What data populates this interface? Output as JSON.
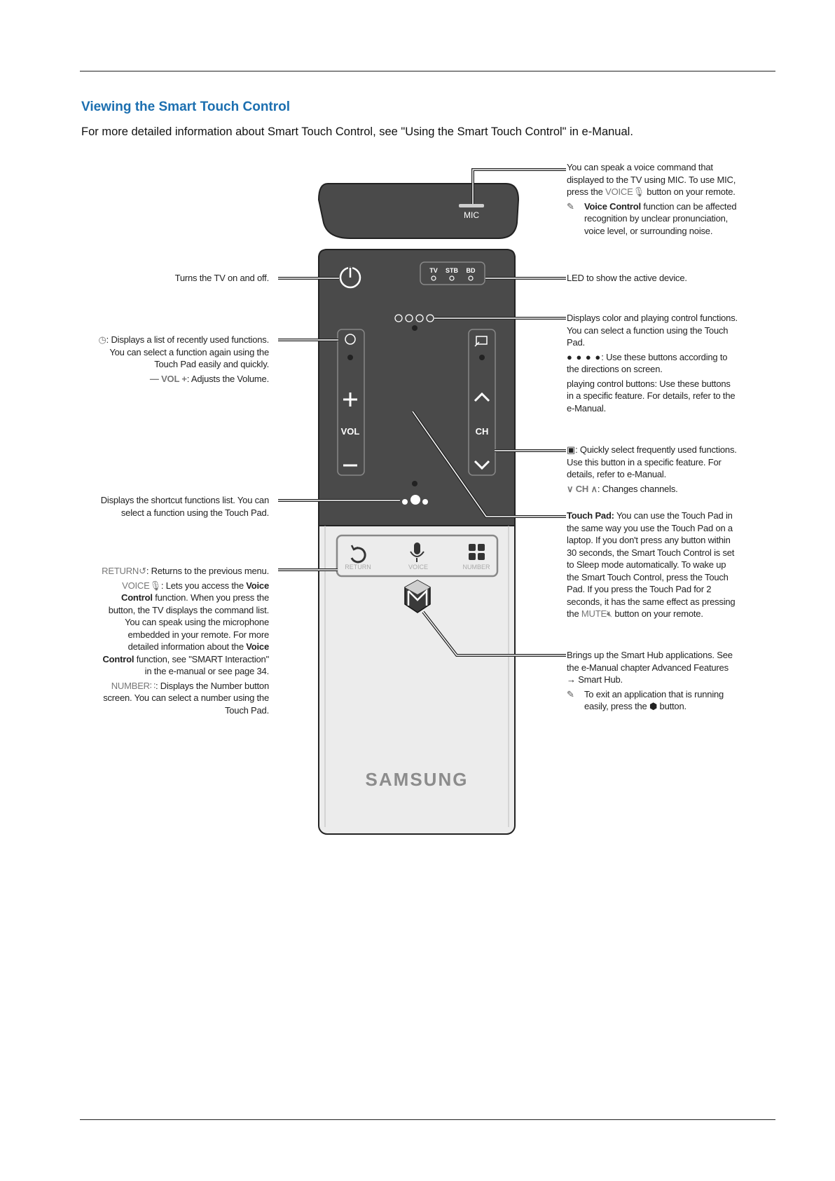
{
  "header": {
    "title": "Viewing the Smart Touch Control",
    "intro": "For more detailed information about Smart Touch Control, see \"Using the Smart Touch Control\" in e-Manual."
  },
  "remote": {
    "mic_label": "MIC",
    "led_tv": "TV",
    "led_stb": "STB",
    "led_bd": "BD",
    "vol_label": "VOL",
    "ch_label": "CH",
    "return_label": "RETURN",
    "voice_label": "VOICE",
    "number_label": "NUMBER",
    "brand": "SAMSUNG"
  },
  "annotations": {
    "mic": {
      "text1": "You can speak a voice command that displayed to the TV using MIC. To use MIC, press the ",
      "voice": "VOICE",
      "text2": " button on your remote.",
      "note_bold": "Voice Control",
      "note_rest": " function can be affected recognition by unclear pronunciation, voice level, or surrounding noise."
    },
    "power": "Turns the TV on and off.",
    "led": "LED to show the active device.",
    "recent": {
      "text": ": Displays a list of recently used functions. You can select a function again using the Touch Pad easily and quickly.",
      "vol_sym": "— VOL +",
      "vol_text": ": Adjusts the Volume."
    },
    "color": {
      "p1": "Displays color and playing control functions. You can select a function using the Touch Pad.",
      "dots": "● ● ● ●",
      "p2": ": Use these buttons according to the directions on screen.",
      "p3": "playing control buttons: Use these buttons in a specific feature. For details, refer to the e-Manual."
    },
    "quick": {
      "text": ": Quickly select frequently used functions. Use this button in a specific feature. For details, refer to e-Manual.",
      "ch_sym": "∨ CH ∧",
      "ch_text": ": Changes channels."
    },
    "shortcut": "Displays the shortcut functions list. You can select a function using the Touch Pad.",
    "touchpad": {
      "bold": "Touch Pad:",
      "text": " You can use the Touch Pad in the same way you use the Touch Pad on a laptop. If you don't press any button within 30 seconds, the Smart Touch Control is set to Sleep mode automatically. To wake up the Smart Touch Control, press the Touch Pad. If you press the Touch Pad for 2 seconds, it has the same effect as pressing the ",
      "mute": "MUTE",
      "text2": " button on your remote."
    },
    "return": {
      "sym": "RETURN",
      "text": ": Returns to the previous menu."
    },
    "voice": {
      "sym": "VOICE",
      "t1": ": Lets you access the ",
      "b1": "Voice Control",
      "t2": " function. When you press the button, the TV displays the command list. You can speak using the microphone embedded in your remote. For more detailed information about the ",
      "b2": "Voice Control",
      "t3": " function, see \"SMART Interaction\" in the e-manual or see page 34."
    },
    "number": {
      "sym": "NUMBER",
      "text": ": Displays the Number button screen. You can select a number using the Touch Pad."
    },
    "hub": {
      "text": "Brings up the Smart Hub applications. See the e-Manual chapter Advanced Features → Smart Hub.",
      "note": "To exit an application that is running easily, press the ",
      "note2": " button."
    }
  }
}
